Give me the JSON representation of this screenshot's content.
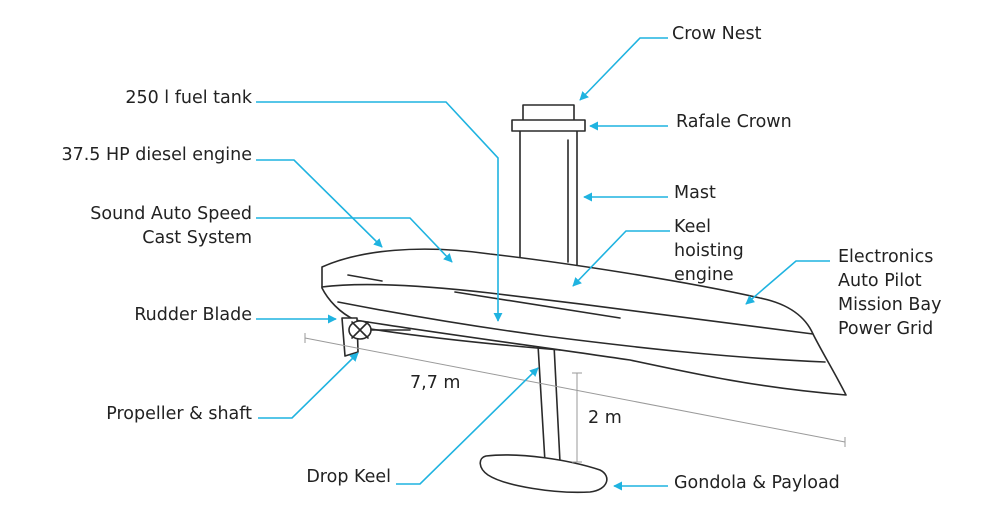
{
  "diagram": {
    "labels": {
      "crow_nest": "Crow Nest",
      "rafale_crown": "Rafale Crown",
      "mast": "Mast",
      "keel_hoisting_1": "Keel",
      "keel_hoisting_2": "hoisting",
      "keel_hoisting_3": "engine",
      "electronics_1": "Electronics",
      "electronics_2": "Auto Pilot",
      "electronics_3": "Mission Bay",
      "electronics_4": "Power Grid",
      "gondola": "Gondola & Payload",
      "fuel_tank": "250 l fuel tank",
      "diesel_engine": "37.5 HP diesel engine",
      "sound_1": "Sound Auto Speed",
      "sound_2": "Cast System",
      "rudder": "Rudder Blade",
      "propeller": "Propeller & shaft",
      "drop_keel": "Drop Keel"
    },
    "dimensions": {
      "length": "7,7 m",
      "draft": "2 m"
    },
    "colors": {
      "leader": "#1fb3e0",
      "outline": "#2a2a2a",
      "dimension": "#9a9a9a",
      "text": "#222222"
    }
  }
}
